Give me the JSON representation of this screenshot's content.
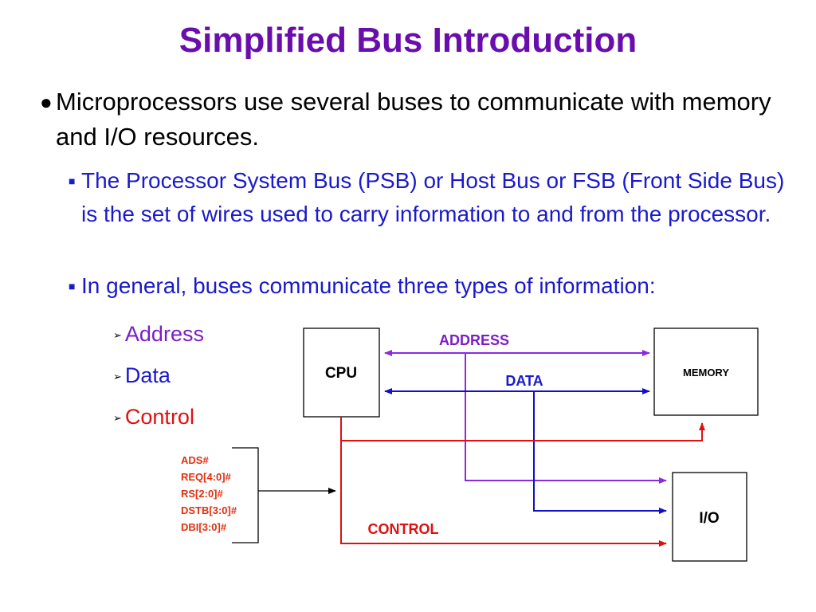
{
  "title": "Simplified Bus Introduction",
  "bullet1": "Microprocessors use several buses to communicate with memory and I/O resources.",
  "sub_bullets": [
    "The Processor System Bus (PSB) or Host Bus  or FSB (Front Side Bus) is the set of wires used to carry information to and from the processor.",
    "In general, buses communicate three types of information:"
  ],
  "info_types": [
    {
      "label": "Address",
      "color": "#7a1fc4"
    },
    {
      "label": "Data",
      "color": "#1a1acc"
    },
    {
      "label": "Control",
      "color": "#e01010"
    }
  ],
  "diagram": {
    "cpu_label": "CPU",
    "memory_label": "MEMORY",
    "io_label": "I/O",
    "address_label": "ADDRESS",
    "data_label": "DATA",
    "control_label": "CONTROL",
    "signals": [
      "ADS#",
      "REQ[4:0]#",
      "RS[2:0]#",
      "DSTB[3:0]#",
      "DBI[3:0]#"
    ],
    "colors": {
      "address": "#8a2be2",
      "data": "#1010cc",
      "control": "#e01010",
      "label_purple": "#7a1fc4",
      "label_blue": "#1a1acc",
      "signals": "#e03010"
    }
  }
}
